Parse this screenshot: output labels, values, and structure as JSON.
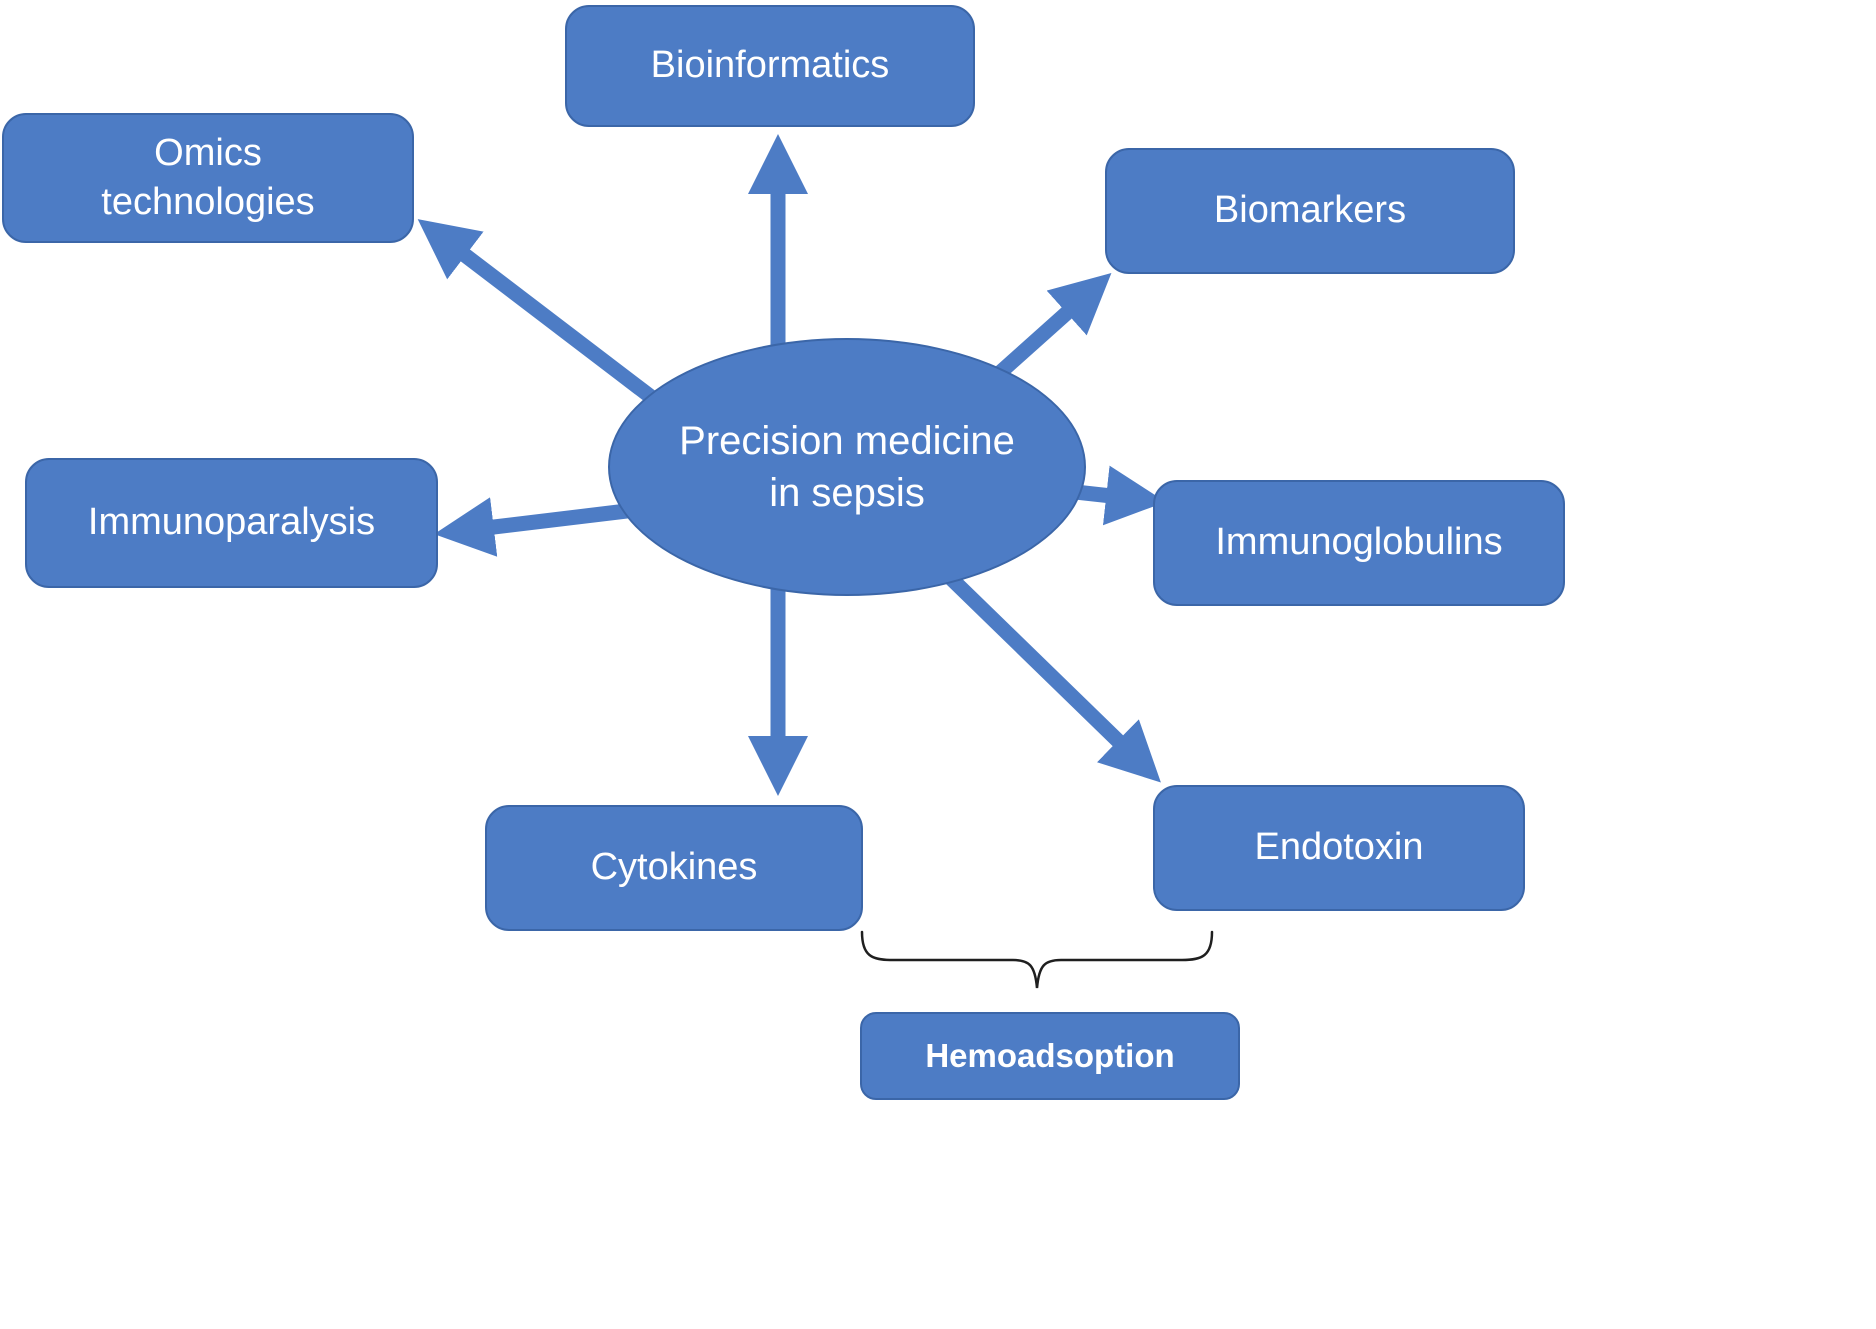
{
  "diagram": {
    "center": {
      "lines": [
        "Precision medicine",
        "in sepsis"
      ]
    },
    "nodes": {
      "bioinformatics": {
        "label": "Bioinformatics"
      },
      "omics_technologies": {
        "lines": [
          "Omics",
          "technologies"
        ]
      },
      "biomarkers": {
        "label": "Biomarkers"
      },
      "immunoparalysis": {
        "label": "Immunoparalysis"
      },
      "immunoglobulins": {
        "label": "Immunoglobulins"
      },
      "cytokines": {
        "label": "Cytokines"
      },
      "endotoxin": {
        "label": "Endotoxin"
      },
      "hemoadsorption": {
        "label": "Hemoadsoption"
      }
    },
    "colors": {
      "node_fill": "#4d7cc5",
      "node_border": "#3b66a8",
      "arrow": "#4d7cc5",
      "node_text": "#ffffff",
      "brace": "#1f1f1f",
      "background": "#ffffff"
    }
  }
}
